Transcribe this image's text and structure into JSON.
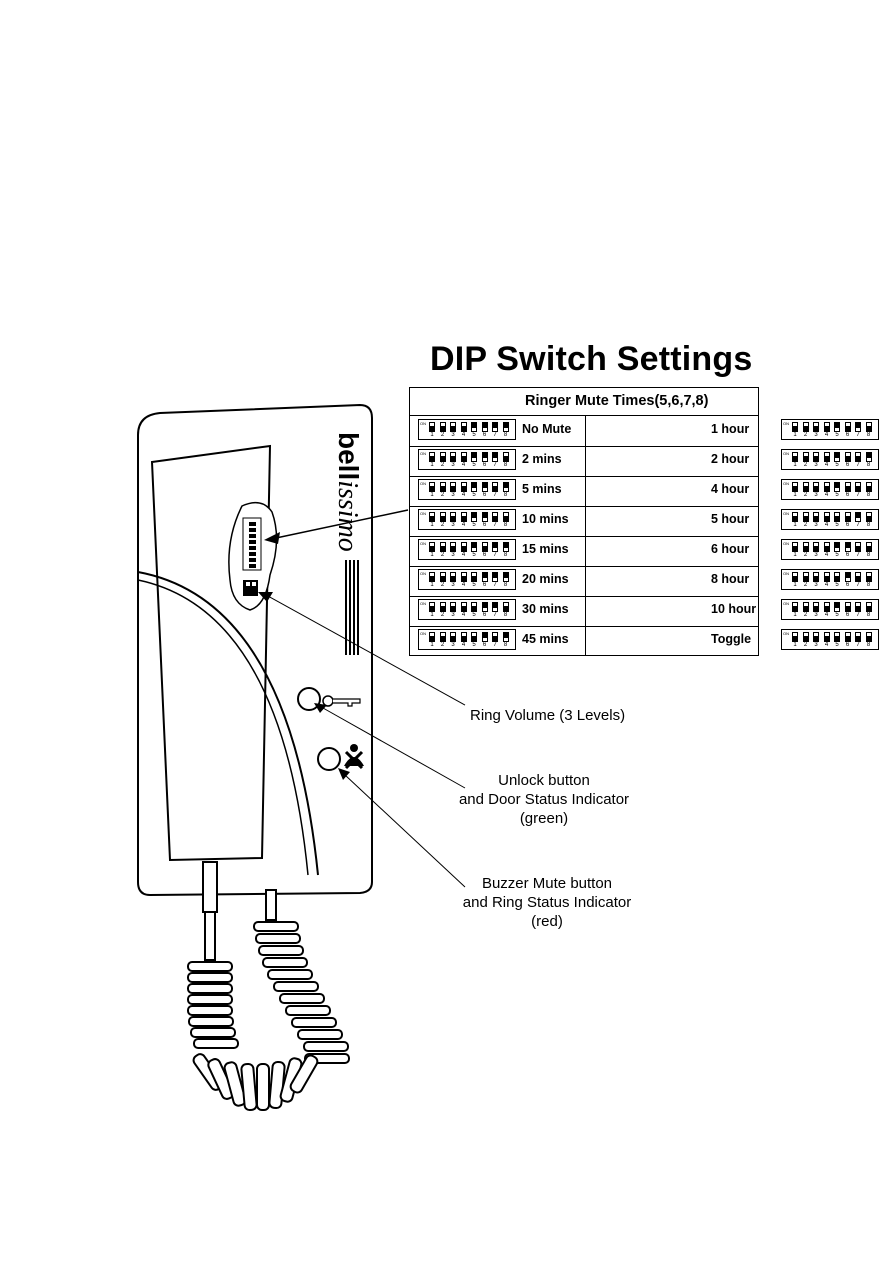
{
  "title": "DIP Switch Settings",
  "table": {
    "header": "Ringer Mute Times(5,6,7,8)",
    "switch_numbers": [
      "1",
      "2",
      "3",
      "4",
      "5",
      "6",
      "7",
      "8"
    ],
    "on_label": "ON",
    "rows": [
      {
        "left": {
          "label": "No Mute",
          "pos": [
            1,
            1,
            1,
            1,
            0,
            0,
            0,
            0
          ]
        },
        "right": {
          "label": "1 hour",
          "pos": [
            1,
            1,
            1,
            1,
            0,
            1,
            0,
            1
          ]
        }
      },
      {
        "left": {
          "label": "2 mins",
          "pos": [
            1,
            1,
            1,
            1,
            0,
            0,
            0,
            1
          ]
        },
        "right": {
          "label": "2 hour",
          "pos": [
            1,
            1,
            1,
            1,
            0,
            1,
            1,
            0
          ]
        }
      },
      {
        "left": {
          "label": "5 mins",
          "pos": [
            1,
            1,
            1,
            1,
            0,
            0,
            1,
            0
          ]
        },
        "right": {
          "label": "4 hour",
          "pos": [
            1,
            1,
            1,
            1,
            0,
            1,
            1,
            1
          ]
        }
      },
      {
        "left": {
          "label": "10 mins",
          "pos": [
            1,
            1,
            1,
            1,
            0,
            0,
            1,
            1
          ]
        },
        "right": {
          "label": "5 hour",
          "pos": [
            1,
            1,
            1,
            1,
            1,
            1,
            0,
            1
          ]
        }
      },
      {
        "left": {
          "label": "15 mins",
          "pos": [
            1,
            1,
            1,
            1,
            0,
            1,
            0,
            0
          ]
        },
        "right": {
          "label": "6 hour",
          "pos": [
            1,
            1,
            1,
            1,
            0,
            0,
            1,
            1
          ]
        }
      },
      {
        "left": {
          "label": "20 mins",
          "pos": [
            1,
            1,
            1,
            1,
            1,
            0,
            0,
            0
          ]
        },
        "right": {
          "label": "8 hour",
          "pos": [
            1,
            1,
            1,
            1,
            1,
            0,
            1,
            1
          ]
        }
      },
      {
        "left": {
          "label": "30 mins",
          "pos": [
            1,
            1,
            1,
            1,
            1,
            0,
            0,
            1
          ]
        },
        "right": {
          "label": "10 hour",
          "pos": [
            1,
            1,
            1,
            1,
            0,
            1,
            1,
            1
          ]
        }
      },
      {
        "left": {
          "label": "45 mins",
          "pos": [
            1,
            1,
            1,
            1,
            1,
            0,
            1,
            0
          ]
        },
        "right": {
          "label": "Toggle",
          "pos": [
            1,
            1,
            1,
            1,
            1,
            1,
            1,
            1
          ]
        }
      }
    ]
  },
  "brand": {
    "bold": "bell",
    "italic": "issimo"
  },
  "callouts": {
    "ring_volume": "Ring Volume (3 Levels)",
    "unlock_1": "Unlock button",
    "unlock_2": "and Door Status Indicator",
    "unlock_3": "(green)",
    "buzzer_1": "Buzzer Mute button",
    "buzzer_2": "and Ring Status Indicator",
    "buzzer_3": "(red)"
  }
}
